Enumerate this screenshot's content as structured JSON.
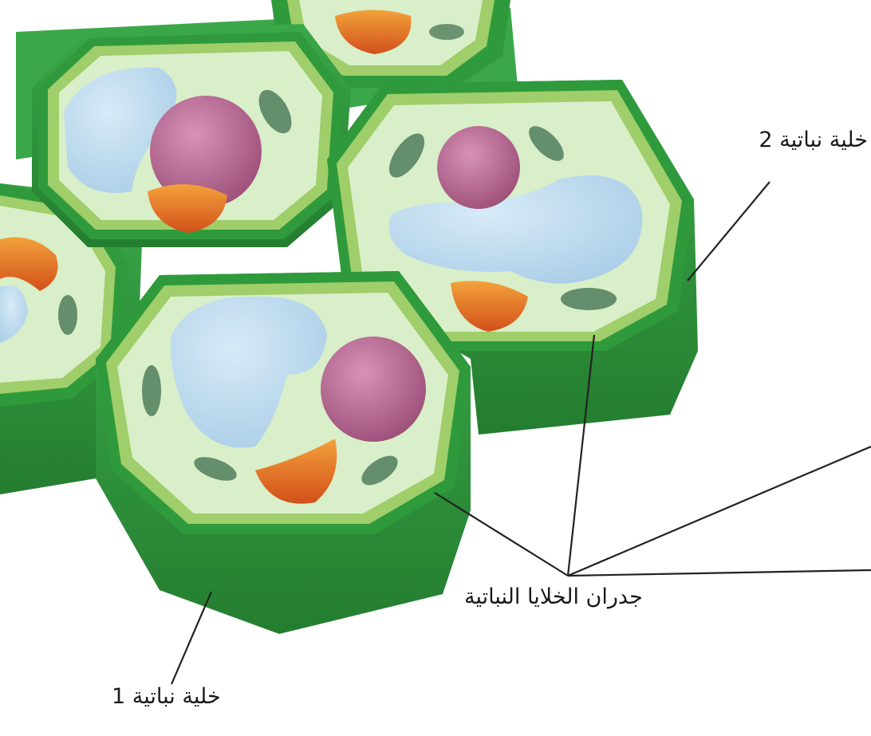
{
  "labels": {
    "plant_cell_1": "خلية نباتية 1",
    "plant_cell_2": "خلية نباتية 2",
    "plant_cell_walls": "جدران الخلايا النباتية"
  },
  "colors": {
    "cell_wall_outer": "#2f9a3c",
    "cell_wall_dark": "#1f7a2c",
    "cell_wall_band": "#9fce6a",
    "cytoplasm": "#d9efc9",
    "vacuole": "#b9d9ee",
    "nucleus": "#b2628a",
    "mitochondrion": "#e8681f",
    "chloroplast": "#4f7c5c",
    "leader_line": "#222222"
  }
}
